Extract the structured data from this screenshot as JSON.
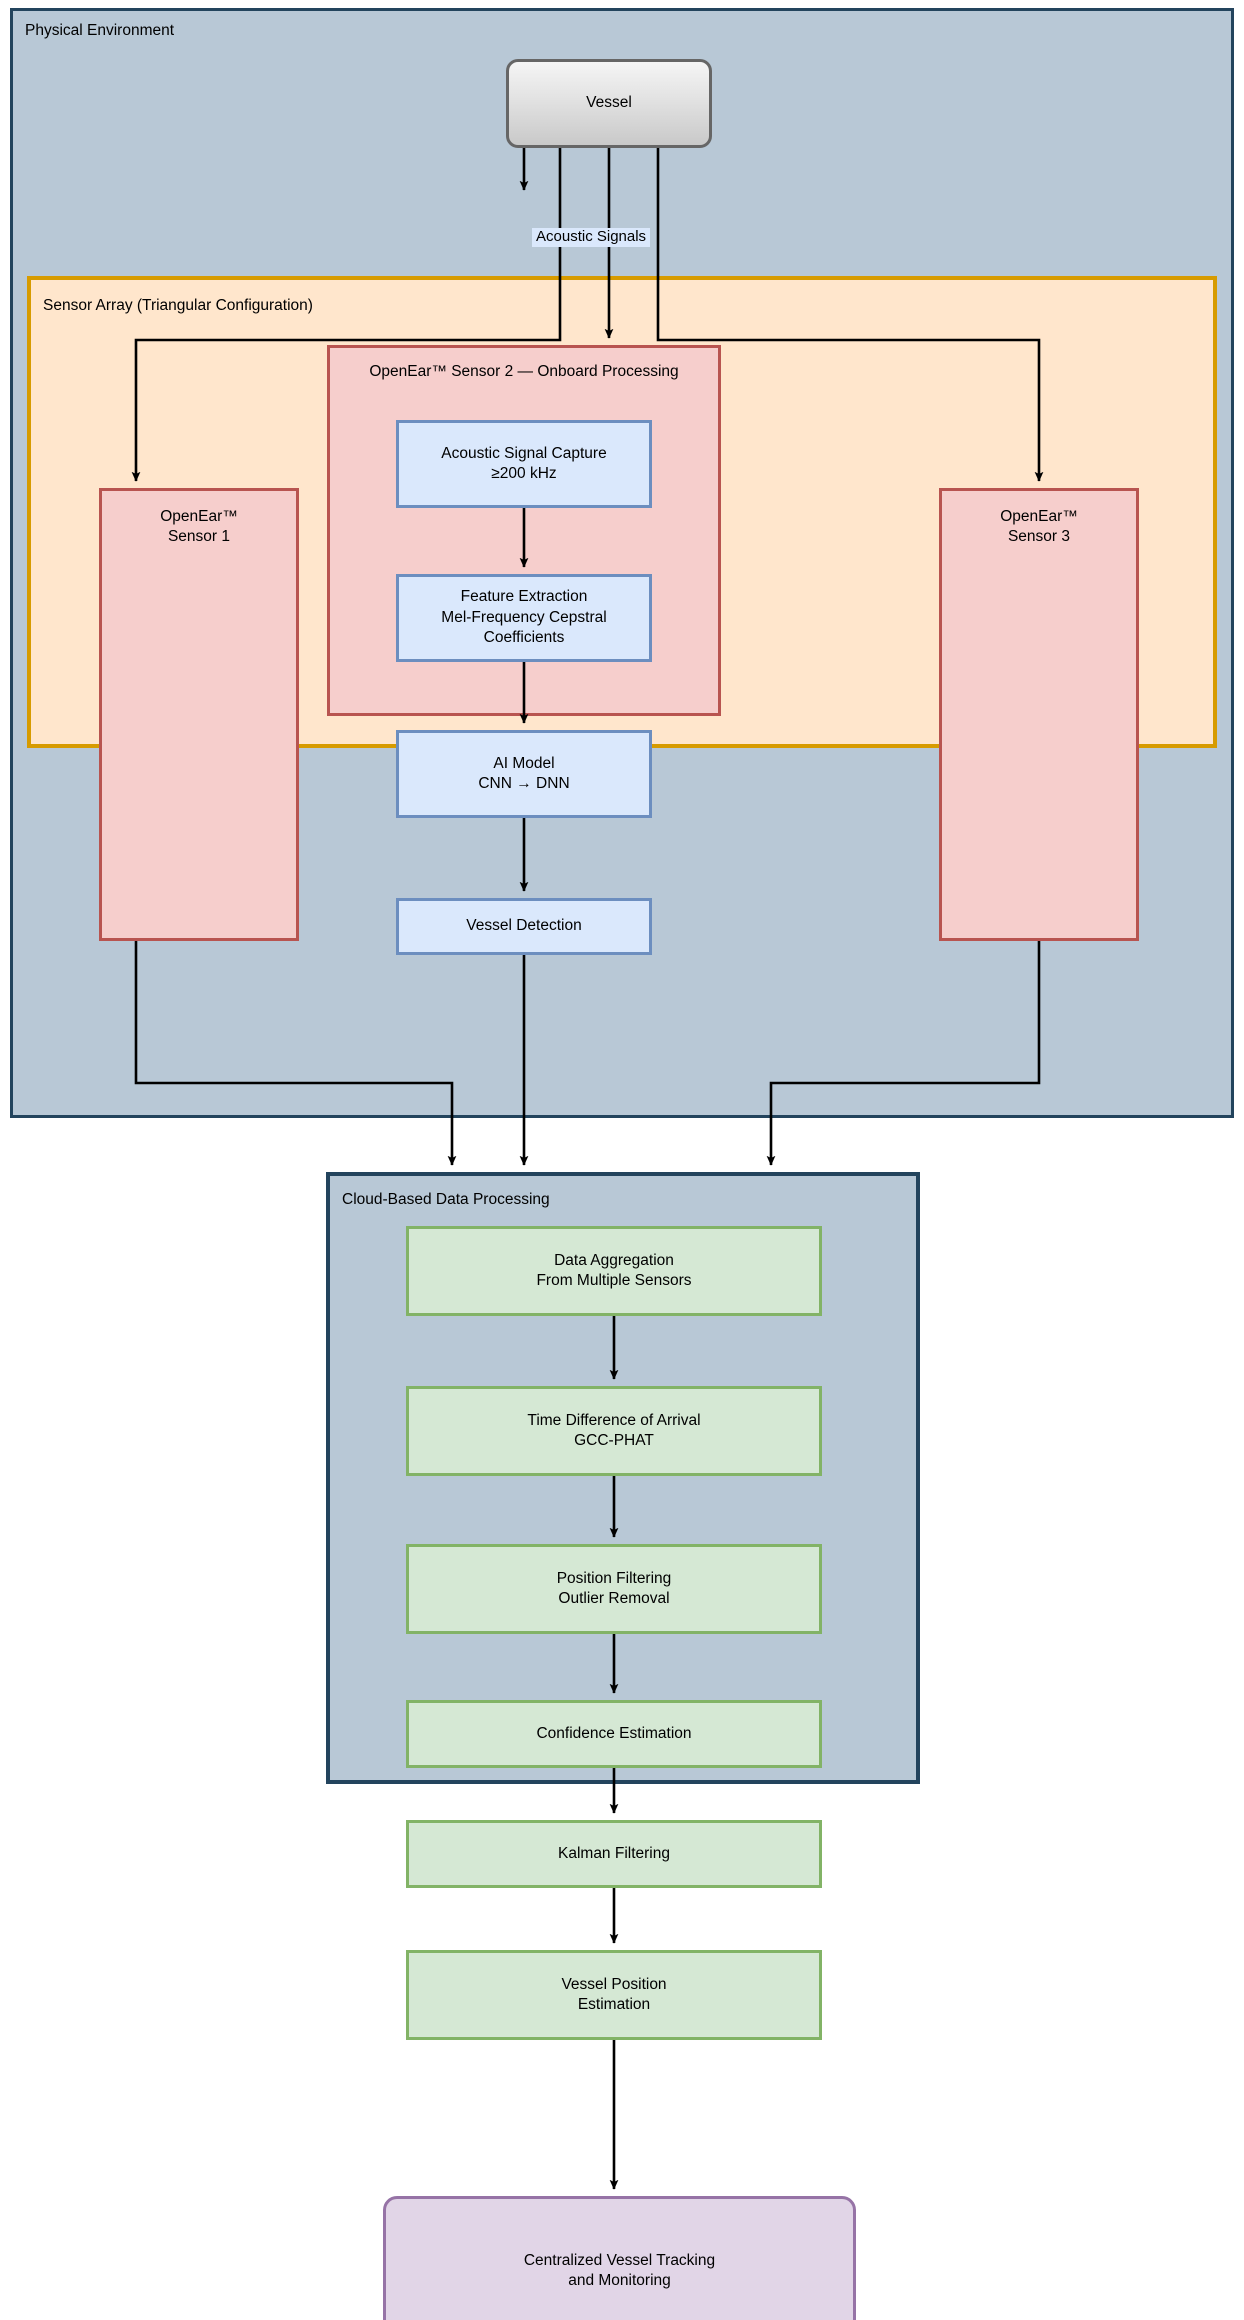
{
  "diagram": {
    "type": "flowchart",
    "title": "Vessel acoustic detection and tracking pipeline"
  },
  "groups": {
    "physical_environment": {
      "label": "Physical Environment",
      "fill": "#b8c8d6",
      "stroke": "#23445d"
    },
    "sensor_array": {
      "label": "Sensor Array (Triangular Configuration)",
      "fill": "#ffe6cc",
      "stroke": "#d79b00"
    },
    "sensor2": {
      "label": "OpenEar™ Sensor 2 — Onboard Processing",
      "fill": "#f6cecc",
      "stroke": "#b85450"
    },
    "cloud": {
      "label": "Cloud-Based Data Processing",
      "fill": "#b8c8d6",
      "stroke": "#23445d"
    }
  },
  "nodes": {
    "vessel": {
      "label": "Vessel",
      "fill": "#e2e2e2",
      "stroke": "#666666"
    },
    "sensor1": {
      "label": "OpenEar™\nSensor 1",
      "fill": "#f6cecc",
      "stroke": "#b85450"
    },
    "sensor3": {
      "label": "OpenEar™\nSensor 3",
      "fill": "#f6cecc",
      "stroke": "#b85450"
    },
    "onboard_steps": [
      {
        "label": "Acoustic Signal Capture\n≥200 kHz",
        "fill": "#dae8fc",
        "stroke": "#6c8ebf"
      },
      {
        "label": "Feature Extraction\nMel-Frequency Cepstral Coefficients",
        "fill": "#dae8fc",
        "stroke": "#6c8ebf"
      },
      {
        "label": "AI Model\nCNN → DNN",
        "fill": "#dae8fc",
        "stroke": "#6c8ebf"
      },
      {
        "label": "Vessel Detection",
        "fill": "#dae8fc",
        "stroke": "#6c8ebf"
      }
    ],
    "cloud_steps": [
      {
        "label": "Data Aggregation\nFrom Multiple Sensors",
        "fill": "#d5e8d4",
        "stroke": "#82b366"
      },
      {
        "label": "Time Difference of Arrival\nGCC-PHAT",
        "fill": "#d5e8d4",
        "stroke": "#82b366"
      },
      {
        "label": "Position Filtering\nOutlier Removal",
        "fill": "#d5e8d4",
        "stroke": "#82b366"
      },
      {
        "label": "Confidence Estimation",
        "fill": "#d5e8d4",
        "stroke": "#82b366"
      },
      {
        "label": "Kalman Filtering",
        "fill": "#d5e8d4",
        "stroke": "#82b366"
      },
      {
        "label": "Vessel Position\nEstimation",
        "fill": "#d5e8d4",
        "stroke": "#82b366"
      }
    ],
    "final": {
      "label": "Centralized Vessel Tracking\nand Monitoring",
      "fill": "#e1d5e7",
      "stroke": "#9673a6"
    }
  },
  "edges": {
    "acoustic_signals_label": "Acoustic Signals"
  }
}
